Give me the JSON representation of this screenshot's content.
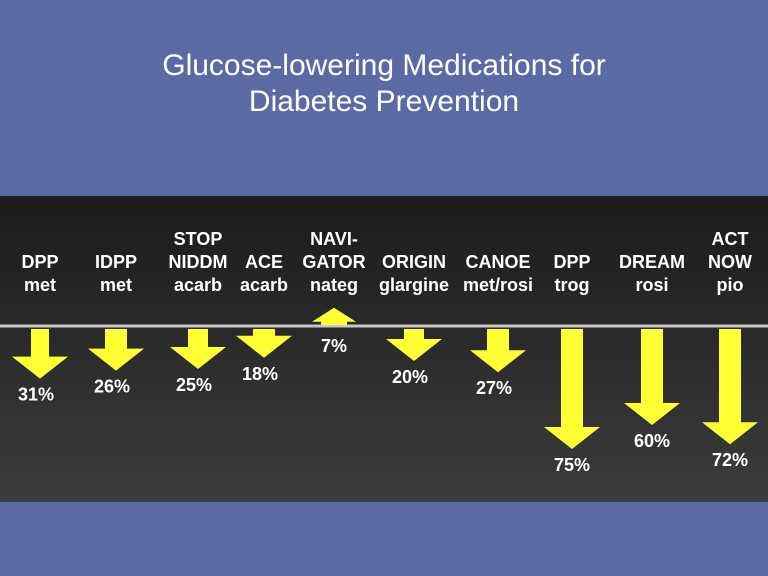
{
  "slide": {
    "title_line1": "Glucose-lowering Medications for",
    "title_line2": "Diabetes Prevention"
  },
  "colors": {
    "background": "#5b6aa4",
    "panel": "#2a2a2a",
    "arrow": "#ffff33",
    "text": "#ffffff",
    "baseline": "#c8c8c8"
  },
  "chart_data": {
    "type": "bar",
    "title": "Glucose-lowering Medications for Diabetes Prevention",
    "xlabel": "",
    "ylabel": "",
    "unit": "%",
    "categories": [
      {
        "study": [
          "DPP"
        ],
        "drug": "met"
      },
      {
        "study": [
          "IDPP"
        ],
        "drug": "met"
      },
      {
        "study": [
          "STOP",
          "NIDDM"
        ],
        "drug": "acarb"
      },
      {
        "study": [
          "ACE"
        ],
        "drug": "acarb"
      },
      {
        "study": [
          "NAVI-",
          "GATOR"
        ],
        "drug": "nateg"
      },
      {
        "study": [
          "ORIGIN"
        ],
        "drug": "glargine"
      },
      {
        "study": [
          "CANOE"
        ],
        "drug": "met/rosi"
      },
      {
        "study": [
          "DPP"
        ],
        "drug": "trog"
      },
      {
        "study": [
          "DREAM"
        ],
        "drug": "rosi"
      },
      {
        "study": [
          "ACT",
          "NOW"
        ],
        "drug": "pio"
      }
    ],
    "values": [
      31,
      26,
      25,
      18,
      7,
      20,
      27,
      75,
      60,
      72
    ],
    "direction": [
      "down",
      "down",
      "down",
      "down",
      "up",
      "down",
      "down",
      "down",
      "down",
      "down"
    ],
    "value_labels": [
      "31%",
      "26%",
      "25%",
      "18%",
      "7%",
      "20%",
      "27%",
      "75%",
      "60%",
      "72%"
    ],
    "grid": false,
    "legend": "none"
  }
}
